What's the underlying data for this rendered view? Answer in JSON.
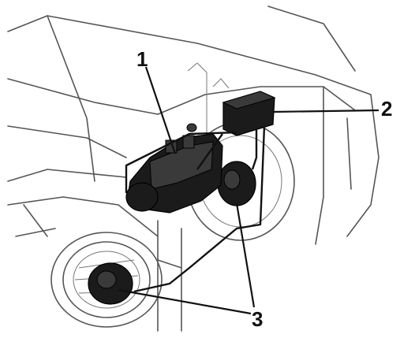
{
  "callouts": [
    {
      "id": "1",
      "text": "1"
    },
    {
      "id": "2",
      "text": "2"
    },
    {
      "id": "3",
      "text": "3"
    }
  ],
  "colors": {
    "outline": "#555555",
    "component": "#1b1b1b",
    "wiring": "#111111",
    "background": "#ffffff"
  }
}
